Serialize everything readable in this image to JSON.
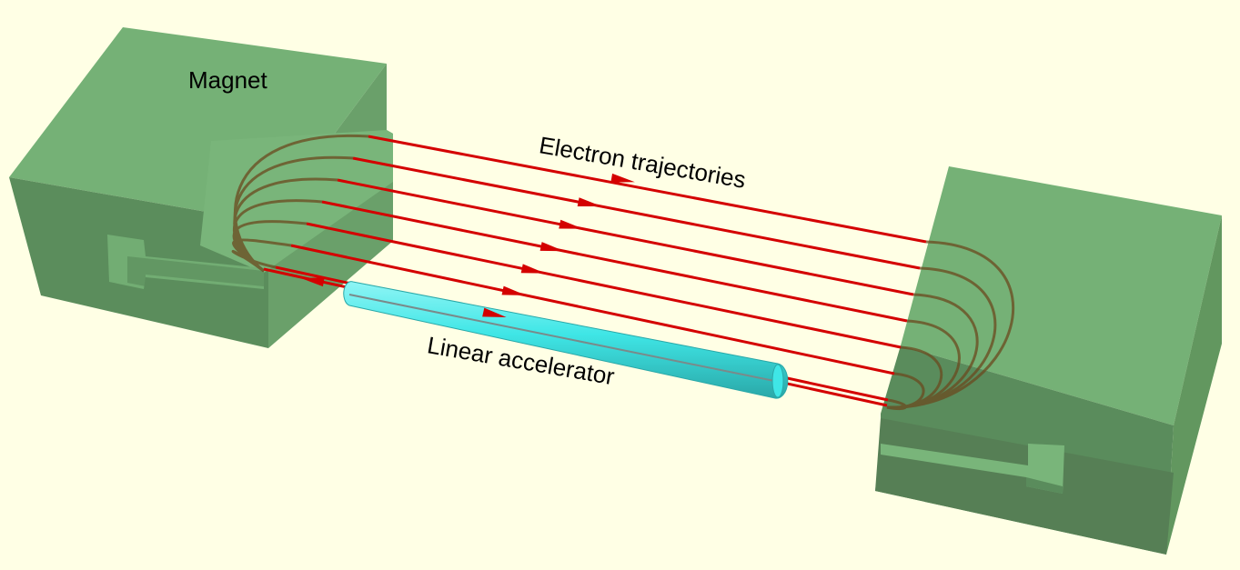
{
  "labels": {
    "magnet": "Magnet",
    "trajectories": "Electron trajectories",
    "accelerator": "Linear accelerator"
  },
  "colors": {
    "background": "#ffffe5",
    "magnet_top": "#75b176",
    "magnet_front": "#5a8c5c",
    "magnet_side": "#62975f",
    "trajectory": "#d40000",
    "trajectory_hidden": "#6b4a1f",
    "accelerator": "#3fe6e6"
  },
  "trajectory_count": 7
}
